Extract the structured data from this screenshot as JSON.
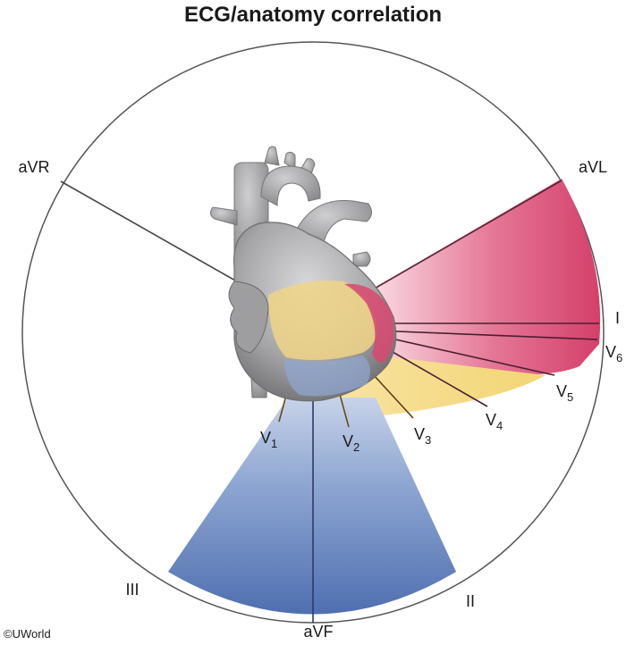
{
  "title": "ECG/anatomy correlation",
  "copyright": "©UWorld",
  "leads": {
    "aVR": "aVR",
    "aVL": "aVL",
    "I": "I",
    "II": "II",
    "III": "III",
    "aVF": "aVF",
    "V1": {
      "base": "V",
      "sub": "1"
    },
    "V2": {
      "base": "V",
      "sub": "2"
    },
    "V3": {
      "base": "V",
      "sub": "3"
    },
    "V4": {
      "base": "V",
      "sub": "4"
    },
    "V5": {
      "base": "V",
      "sub": "5"
    },
    "V6": {
      "base": "V",
      "sub": "6"
    }
  },
  "colors": {
    "lateral_wall": "#d9486f",
    "anterior_septal_wall": "#f3d77c",
    "inferior_wall": "#5a78b4",
    "heart": "#9a9a9c",
    "outline": "#555555"
  }
}
